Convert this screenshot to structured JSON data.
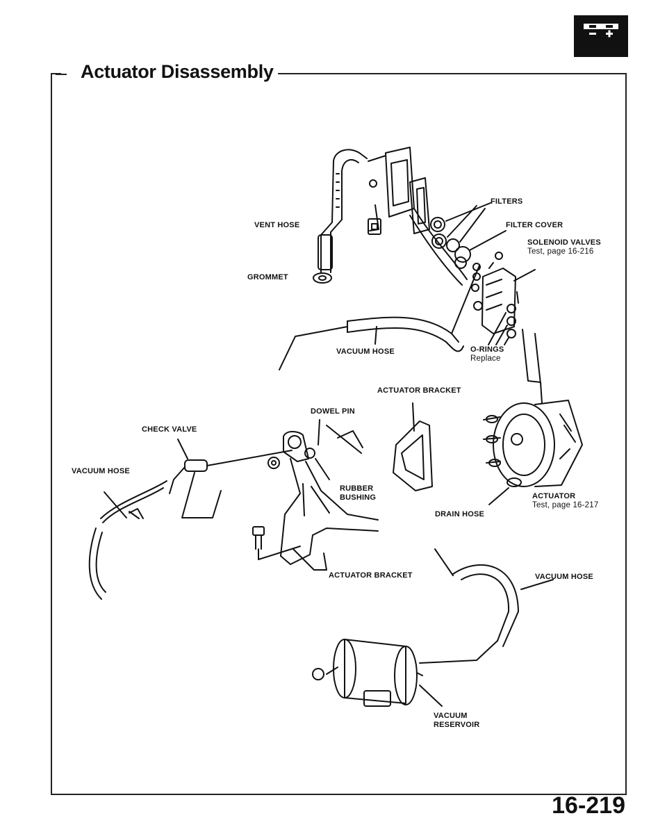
{
  "header": {
    "title": "Actuator Disassembly"
  },
  "icons": {
    "battery": "battery-icon",
    "battery_symbols": "- +"
  },
  "labels": {
    "vent_hose": "VENT HOSE",
    "grommet": "GROMMET",
    "filters": "FILTERS",
    "filter_cover": "FILTER COVER",
    "solenoid_valves": "SOLENOID VALVES",
    "solenoid_valves_note": "Test, page 16-216",
    "vacuum_hose_top": "VACUUM HOSE",
    "o_rings": "O-RINGS",
    "o_rings_note": "Replace",
    "actuator_bracket_top": "ACTUATOR BRACKET",
    "dowel_pin": "DOWEL PIN",
    "check_valve": "CHECK VALVE",
    "vacuum_hose_left": "VACUUM HOSE",
    "rubber_bushing_1": "RUBBER",
    "rubber_bushing_2": "BUSHING",
    "actuator": "ACTUATOR",
    "actuator_note": "Test, page 16-217",
    "drain_hose": "DRAIN HOSE",
    "actuator_bracket_bottom": "ACTUATOR BRACKET",
    "vacuum_hose_right": "VACUUM HOSE",
    "vacuum_reservoir_1": "VACUUM",
    "vacuum_reservoir_2": "RESERVOIR"
  },
  "footer": {
    "page_number": "16-219"
  }
}
